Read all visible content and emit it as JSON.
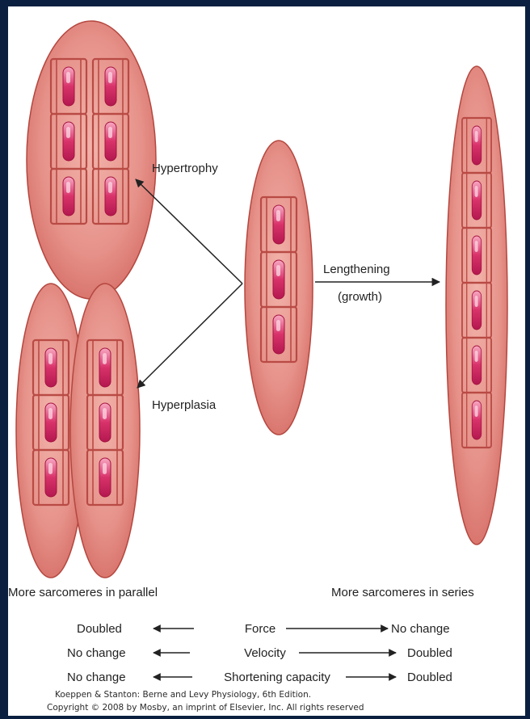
{
  "labels": {
    "hypertrophy": "Hypertrophy",
    "hyperplasia": "Hyperplasia",
    "lengthening": "Lengthening",
    "growth": "(growth)"
  },
  "captions": {
    "parallel": "More sarcomeres in parallel",
    "series": "More sarcomeres in series"
  },
  "comparison": [
    {
      "left": "Doubled",
      "property": "Force",
      "right": "No change"
    },
    {
      "left": "No change",
      "property": "Velocity",
      "right": "Doubled"
    },
    {
      "left": "No change",
      "property": "Shortening capacity",
      "right": "Doubled"
    }
  ],
  "credit": {
    "line1": "Koeppen & Stanton: Berne and Levy Physiology, 6th Edition.",
    "line2": "Copyright © 2008 by Mosby, an imprint of Elsevier, Inc. All rights reserved"
  },
  "colors": {
    "fiber_fill": "#e9988f",
    "fiber_stroke": "#b4473f",
    "sarcomere_line": "#b94a44",
    "myofilament": "#d8326a",
    "background": "#0b2040"
  }
}
